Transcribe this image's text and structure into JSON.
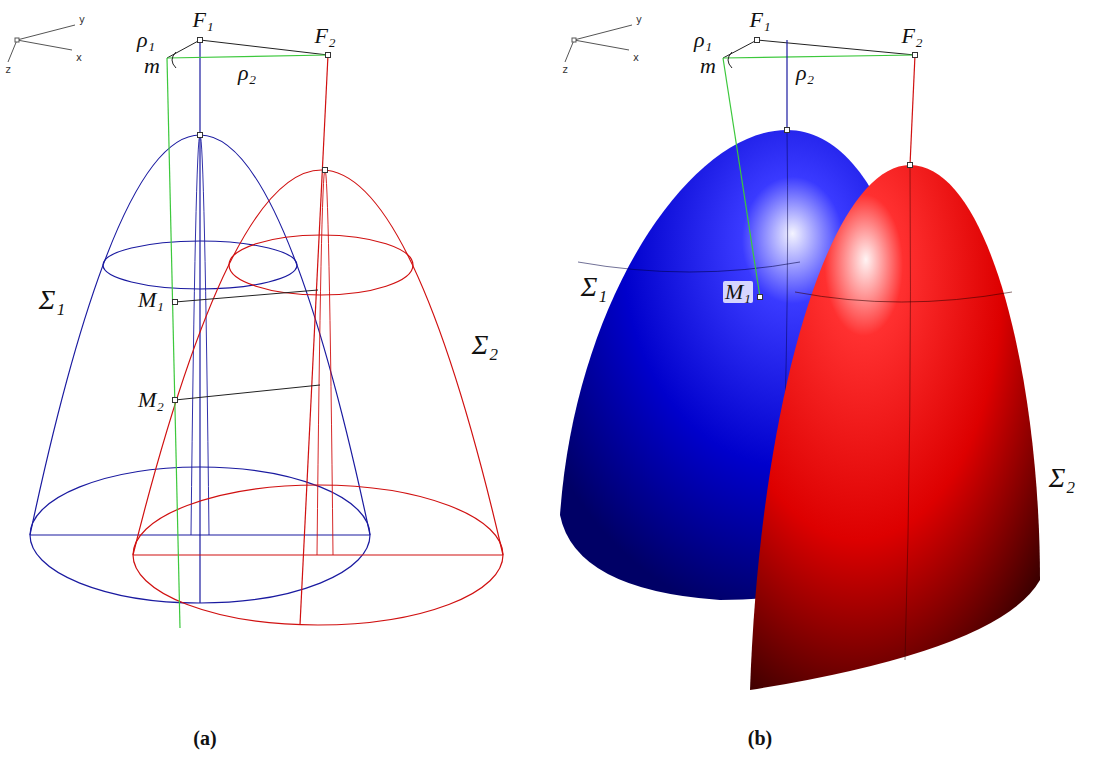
{
  "diagram": {
    "labels": [
      "y",
      "x",
      "z",
      "F₁",
      "F₂",
      "ρ₁",
      "m",
      "ρ₂",
      "Σ₁",
      "M₁",
      "Σ₂",
      "M₂",
      "(a)",
      "y",
      "x",
      "z",
      "F₁",
      "F₂",
      "ρ₁",
      "m",
      "ρ₂",
      "Σ₁",
      "M₁",
      "Σ₂",
      "(b)"
    ]
  }
}
